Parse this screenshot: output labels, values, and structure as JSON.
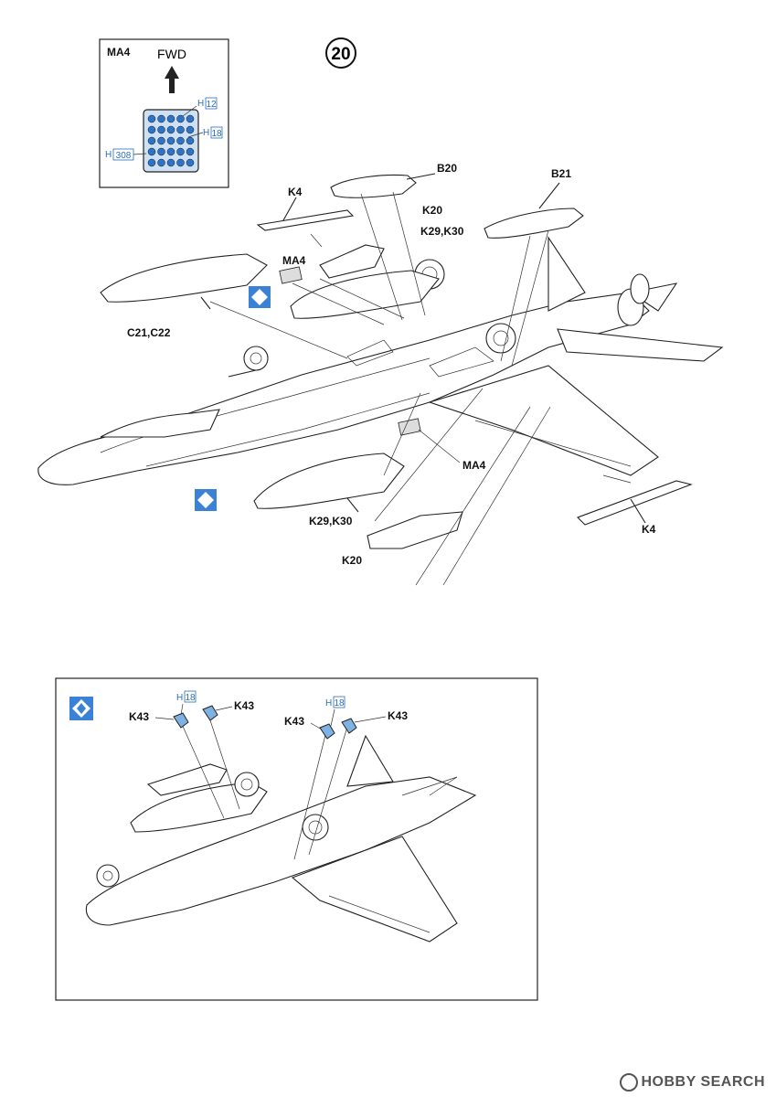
{
  "step": {
    "number": "20"
  },
  "inset_detail": {
    "part": "MA4",
    "direction_label": "FWD",
    "callouts": [
      {
        "ref": "H",
        "num": "12"
      },
      {
        "ref": "H",
        "num": "18"
      },
      {
        "ref": "H",
        "num": "308"
      }
    ]
  },
  "main_labels": {
    "b20": "B20",
    "b21": "B21",
    "k4_top": "K4",
    "k20_top": "K20",
    "k29k30_top": "K29,K30",
    "ma4_top": "MA4",
    "c21c22": "C21,C22",
    "ma4_bottom": "MA4",
    "k29k30_bottom": "K29,K30",
    "k20_bottom": "K20",
    "k4_bottom": "K4"
  },
  "detail_box": {
    "callouts": [
      {
        "ref": "H",
        "num": "18",
        "label": "K43"
      },
      {
        "ref": "H",
        "num": "18",
        "label": "K43"
      }
    ],
    "k43_labels": [
      "K43",
      "K43",
      "K43",
      "K43"
    ]
  },
  "watermark": {
    "text": "HOBBY SEARCH"
  },
  "colors": {
    "accent_blue": "#3b82d6",
    "light_blue": "#7fb2e2",
    "line": "#222222"
  }
}
